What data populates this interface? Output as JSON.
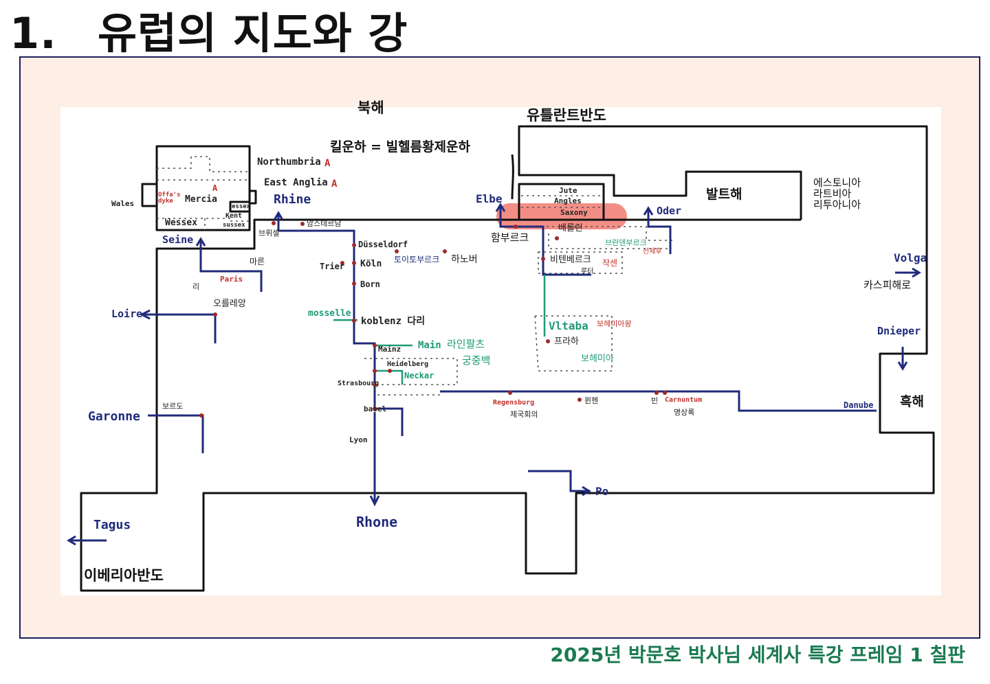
{
  "title": {
    "number": "1.",
    "text": "유럽의 지도와 강"
  },
  "footer": "2025년 박문호 박사님 세계사 특강 프레임 1 칠판",
  "seas": {
    "north_sea": "북해",
    "jutland": "유틀란트반도",
    "kiel_canal": "킬운하 =  빌헬름황제운하",
    "baltic": "발트해",
    "baltic_states": [
      "에스토니아",
      "라트비아",
      "리투아니아"
    ],
    "caspian": "카스피해로",
    "black_sea": "흑해",
    "iberia": "이베리아반도",
    "hamburg": "함부르크"
  },
  "britain": {
    "northumbria": "Northumbria",
    "east_anglia": "East Anglia",
    "mercia": "Mercia",
    "wessex": "Wessex",
    "wales": "Wales",
    "offas_dyke": "Offa's dyke",
    "essex": "essex",
    "kent": "Kent",
    "sussex": "sussex",
    "anglo_mark": "A"
  },
  "rivers": {
    "rhine": "Rhine",
    "seine": "Seine",
    "loire": "Loire",
    "garonne": "Garonne",
    "tagus": "Tagus",
    "rhone": "Rhone",
    "elbe": "Elbe",
    "oder": "Oder",
    "volga": "Volga",
    "dnieper": "Dnieper",
    "danube": "Danube",
    "po": "Po",
    "mosselle": "mosselle",
    "main": "Main",
    "neckar": "Neckar",
    "vltava": "Vltaba"
  },
  "places": {
    "brussels": "브뤼셀",
    "amsterdam": "암스테르담",
    "marne": "마른",
    "paris": "Paris",
    "ri": "리",
    "orleans": "오를레앙",
    "bordeaux": "보르도",
    "trier": "Trier",
    "dusseldorf": "Düsseldorf",
    "koln": "Köln",
    "bonn": "Born",
    "koblenz": "koblenz 다리",
    "teutoburg": "토이토부르크",
    "hannover": "하노버",
    "mainz": "Mainz",
    "palatinate": "라인팔츠",
    "palatinate2": "궁중백",
    "heidelberg": "Heidelberg",
    "strasbourg": "Strasbourg",
    "basel": "basel",
    "lyon": "Lyon",
    "jute": "Jute",
    "angles": "Angles",
    "saxony": "Saxony",
    "berlin": "베를린",
    "brandenburg": "브란덴부르크",
    "elector": "선제후",
    "wittenberg": "비텐베르크",
    "luther": "루터",
    "saxon": "작센",
    "bohemia_king": "보헤미아왕",
    "prague": "프라하",
    "bohemia": "보헤미아",
    "regensburg": "Regensburg",
    "diet": "제국회의",
    "munich": "뮌헨",
    "vienna": "빈",
    "carnuntum": "Carnuntum",
    "meditations": "명상록"
  },
  "colors": {
    "frame": "#1c1f5a",
    "frame_fill": "#fdefe6",
    "river": "#1f2a7a",
    "highlight": "#f06e64",
    "footer": "#1a7a52"
  }
}
